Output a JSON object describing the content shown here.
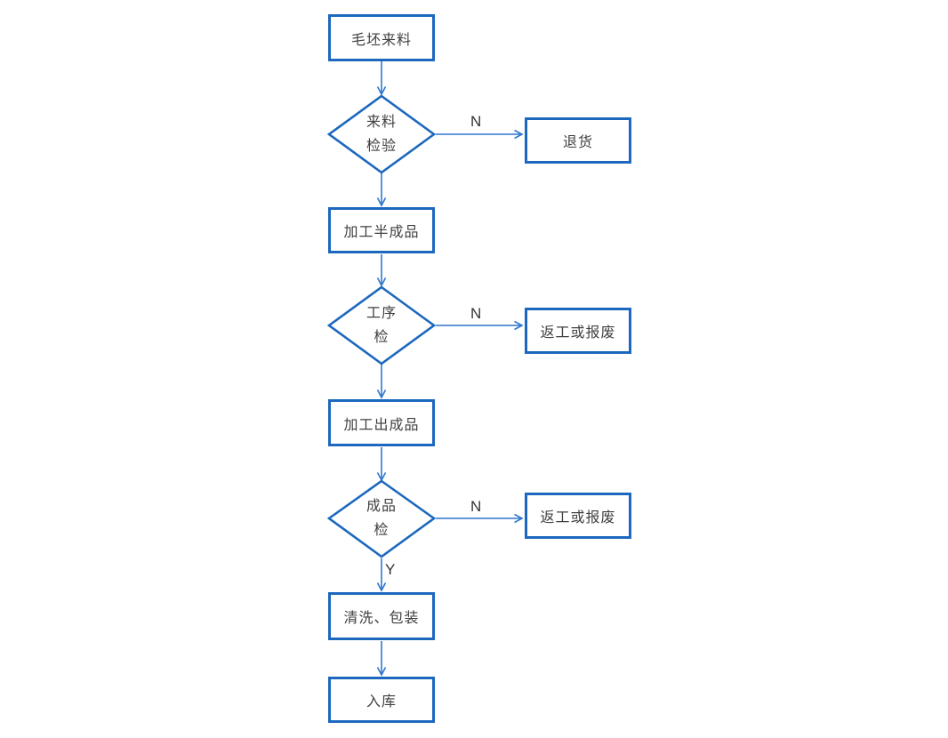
{
  "flowchart": {
    "background": "#ffffff",
    "colors": {
      "shape_border": "#1c68be",
      "connector_line": "#2f77cd",
      "node_text": "#3f3f3f",
      "branch_label_text": "#333333"
    },
    "process_nodes": {
      "raw_material": "毛坯来料",
      "return_goods": "退货",
      "machine_semi_finished": "加工半成品",
      "rework_or_scrap_1": "返工或报废",
      "machine_finished": "加工出成品",
      "rework_or_scrap_2": "返工或报废",
      "clean_package": "清洗、包装",
      "warehouse_in": "入库"
    },
    "decision_nodes": {
      "incoming_inspection": {
        "line1": "来料",
        "line2": "检验"
      },
      "process_inspection": {
        "line1": "工序",
        "line2": "检"
      },
      "final_inspection": {
        "line1": "成品",
        "line2": "检"
      }
    },
    "branch_labels": {
      "incoming_no": "N",
      "process_no": "N",
      "final_no": "N",
      "final_yes": "Y"
    }
  }
}
